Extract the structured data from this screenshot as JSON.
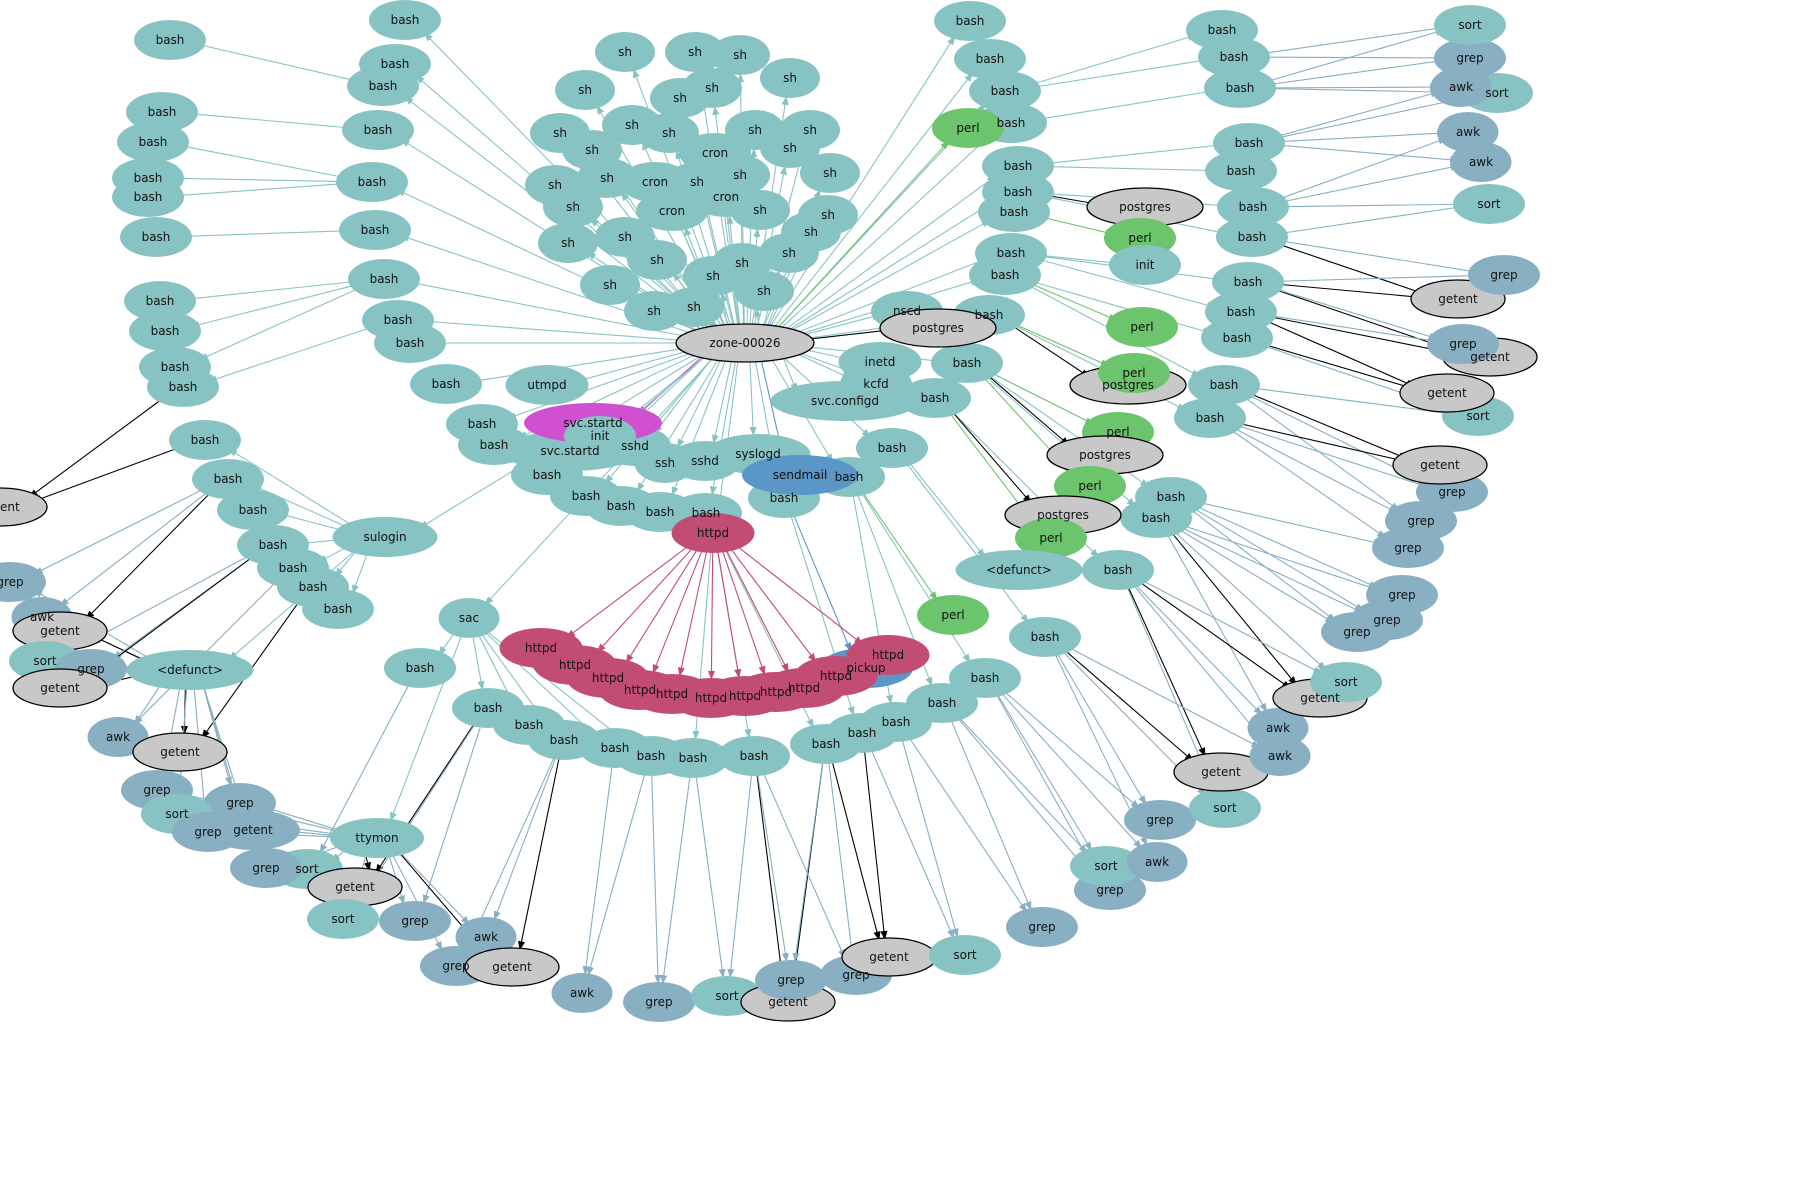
{
  "colors": {
    "process": "#88c3c3",
    "zone": "#c8c8c8",
    "perl": "#6cc46c",
    "tool": "#88afc2",
    "getent": "#c8c8c8",
    "httpd": "#c24d74",
    "svc": "#d050d0",
    "mail": "#5a96c8",
    "edge_default": "#88c3c3",
    "edge_tool": "#88afc2",
    "edge_black": "#000000",
    "edge_green": "#6cc46c",
    "edge_httpd": "#c24d74",
    "edge_svc": "#d050d0",
    "edge_mail": "#5a96c8"
  },
  "nodes": [
    {
      "l": "zone-00026",
      "k": "zone",
      "r": 0
    },
    {
      "l": "sh",
      "k": "process",
      "r": 1
    },
    {
      "l": "sh",
      "k": "process",
      "r": 1
    },
    {
      "l": "sh",
      "k": "process",
      "r": 1
    },
    {
      "l": "sh",
      "k": "process",
      "r": 1
    },
    {
      "l": "sh",
      "k": "process",
      "r": 1
    },
    {
      "l": "sh",
      "k": "process",
      "r": 1
    },
    {
      "l": "sh",
      "k": "process",
      "r": 1
    },
    {
      "l": "sh",
      "k": "process",
      "r": 1
    },
    {
      "l": "sh",
      "k": "process",
      "r": 1
    },
    {
      "l": "sh",
      "k": "process",
      "r": 1
    },
    {
      "l": "sh",
      "k": "process",
      "r": 1
    },
    {
      "l": "sh",
      "k": "process",
      "r": 1
    },
    {
      "l": "sh",
      "k": "process",
      "r": 1
    },
    {
      "l": "sh",
      "k": "process",
      "r": 1
    },
    {
      "l": "cron",
      "k": "process",
      "r": 1
    },
    {
      "l": "sh",
      "k": "process",
      "r": 1
    },
    {
      "l": "sh",
      "k": "process",
      "r": 1
    },
    {
      "l": "cron",
      "k": "process",
      "r": 1
    },
    {
      "l": "sh",
      "k": "process",
      "r": 1
    },
    {
      "l": "sh",
      "k": "process",
      "r": 1
    },
    {
      "l": "sh",
      "k": "process",
      "r": 1
    },
    {
      "l": "sh",
      "k": "process",
      "r": 1
    },
    {
      "l": "cron",
      "k": "process",
      "r": 1
    },
    {
      "l": "cron",
      "k": "process",
      "r": 1
    },
    {
      "l": "sh",
      "k": "process",
      "r": 1
    },
    {
      "l": "sh",
      "k": "process",
      "r": 1
    },
    {
      "l": "sh",
      "k": "process",
      "r": 1
    },
    {
      "l": "sh",
      "k": "process",
      "r": 1
    },
    {
      "l": "sh",
      "k": "process",
      "r": 1
    },
    {
      "l": "sh",
      "k": "process",
      "r": 1
    },
    {
      "l": "sh",
      "k": "process",
      "r": 1
    },
    {
      "l": "sh",
      "k": "process",
      "r": 1
    },
    {
      "l": "sh",
      "k": "process",
      "r": 1
    },
    {
      "l": "sh",
      "k": "process",
      "r": 1
    },
    {
      "l": "sh",
      "k": "process",
      "r": 1
    },
    {
      "l": "sh",
      "k": "process",
      "r": 1
    },
    {
      "l": "sh",
      "k": "process",
      "r": 1
    },
    {
      "l": "bash",
      "k": "process",
      "r": 2
    },
    {
      "l": "bash",
      "k": "process",
      "r": 2
    },
    {
      "l": "bash",
      "k": "process",
      "r": 2
    },
    {
      "l": "bash",
      "k": "process",
      "r": 2
    },
    {
      "l": "bash",
      "k": "process",
      "r": 2
    },
    {
      "l": "bash",
      "k": "process",
      "r": 2
    },
    {
      "l": "bash",
      "k": "process",
      "r": 2
    },
    {
      "l": "bash",
      "k": "process",
      "r": 2
    },
    {
      "l": "bash",
      "k": "process",
      "r": 2
    },
    {
      "l": "bash",
      "k": "process",
      "r": 2
    },
    {
      "l": "bash",
      "k": "process",
      "r": 2
    },
    {
      "l": "bash",
      "k": "process",
      "r": 2
    },
    {
      "l": "utmpd",
      "k": "process",
      "r": 2
    },
    {
      "l": "svc.startd",
      "k": "process",
      "r": 2
    },
    {
      "l": "bash",
      "k": "process",
      "r": 2
    },
    {
      "l": "sshd",
      "k": "process",
      "r": 2
    },
    {
      "l": "ssh",
      "k": "process",
      "r": 2
    },
    {
      "l": "sshd",
      "k": "process",
      "r": 2
    },
    {
      "l": "syslogd",
      "k": "process",
      "r": 2
    },
    {
      "l": "bash",
      "k": "process",
      "r": 2
    },
    {
      "l": "bash",
      "k": "process",
      "r": 2
    },
    {
      "l": "bash",
      "k": "process",
      "r": 2
    },
    {
      "l": "bash",
      "k": "process",
      "r": 2
    },
    {
      "l": "httpd",
      "k": "httpd",
      "r": 2
    },
    {
      "l": "bash",
      "k": "process",
      "r": 2
    },
    {
      "l": "bash",
      "k": "process",
      "r": 2
    },
    {
      "l": "bash",
      "k": "process",
      "r": 2
    },
    {
      "l": "bash",
      "k": "process",
      "r": 2
    },
    {
      "l": "bash",
      "k": "process",
      "r": 2
    },
    {
      "l": "bash",
      "k": "process",
      "r": 2
    },
    {
      "l": "kcfd",
      "k": "process",
      "r": 2
    },
    {
      "l": "inetd",
      "k": "process",
      "r": 2
    },
    {
      "l": "nscd",
      "k": "process",
      "r": 2
    },
    {
      "l": "postgres",
      "k": "zone",
      "r": 2
    },
    {
      "l": "bash",
      "k": "process",
      "r": 2
    },
    {
      "l": "bash",
      "k": "process",
      "r": 2
    },
    {
      "l": "bash",
      "k": "process",
      "r": 2
    },
    {
      "l": "bash",
      "k": "process",
      "r": 2
    },
    {
      "l": "bash",
      "k": "process",
      "r": 2
    },
    {
      "l": "bash",
      "k": "process",
      "r": 2
    },
    {
      "l": "bash",
      "k": "process",
      "r": 2
    },
    {
      "l": "bash",
      "k": "process",
      "r": 2
    },
    {
      "l": "bash",
      "k": "process",
      "r": 2
    },
    {
      "l": "perl",
      "k": "perl",
      "r": 2
    },
    {
      "l": "svc.configd",
      "k": "process",
      "r": 2
    },
    {
      "l": "sac",
      "k": "process",
      "r": 2
    },
    {
      "l": "sulogin",
      "k": "process",
      "r": 2
    },
    {
      "l": "svc.startd",
      "k": "svc",
      "r": 2
    },
    {
      "l": "init",
      "k": "process",
      "r": 2
    },
    {
      "l": "sendmail",
      "k": "mail",
      "r": 2
    },
    {
      "l": "bash",
      "k": "process",
      "r": 3
    },
    {
      "l": "bash",
      "k": "process",
      "r": 3
    },
    {
      "l": "bash",
      "k": "process",
      "r": 3
    },
    {
      "l": "bash",
      "k": "process",
      "r": 3
    },
    {
      "l": "bash",
      "k": "process",
      "r": 3
    },
    {
      "l": "bash",
      "k": "process",
      "r": 3
    },
    {
      "l": "bash",
      "k": "process",
      "r": 3
    },
    {
      "l": "bash",
      "k": "process",
      "r": 3
    },
    {
      "l": "bash",
      "k": "process",
      "r": 3
    },
    {
      "l": "bash",
      "k": "process",
      "r": 3
    },
    {
      "l": "bash",
      "k": "process",
      "r": 3
    },
    {
      "l": "bash",
      "k": "process",
      "r": 3
    },
    {
      "l": "bash",
      "k": "process",
      "r": 3
    },
    {
      "l": "bash",
      "k": "process",
      "r": 3
    },
    {
      "l": "bash",
      "k": "process",
      "r": 3
    },
    {
      "l": "bash",
      "k": "process",
      "r": 3
    },
    {
      "l": "bash",
      "k": "process",
      "r": 3
    },
    {
      "l": "bash",
      "k": "process",
      "r": 3
    },
    {
      "l": "bash",
      "k": "process",
      "r": 3
    },
    {
      "l": "bash",
      "k": "process",
      "r": 3
    },
    {
      "l": "bash",
      "k": "process",
      "r": 3
    },
    {
      "l": "bash",
      "k": "process",
      "r": 3
    },
    {
      "l": "bash",
      "k": "process",
      "r": 3
    },
    {
      "l": "bash",
      "k": "process",
      "r": 3
    },
    {
      "l": "bash",
      "k": "process",
      "r": 3
    },
    {
      "l": "bash",
      "k": "process",
      "r": 3
    },
    {
      "l": "bash",
      "k": "process",
      "r": 3
    },
    {
      "l": "bash",
      "k": "process",
      "r": 3
    },
    {
      "l": "bash",
      "k": "process",
      "r": 3
    },
    {
      "l": "bash",
      "k": "process",
      "r": 3
    },
    {
      "l": "bash",
      "k": "process",
      "r": 3
    },
    {
      "l": "bash",
      "k": "process",
      "r": 3
    },
    {
      "l": "bash",
      "k": "process",
      "r": 3
    },
    {
      "l": "bash",
      "k": "process",
      "r": 3
    },
    {
      "l": "bash",
      "k": "process",
      "r": 3
    },
    {
      "l": "bash",
      "k": "process",
      "r": 3
    },
    {
      "l": "bash",
      "k": "process",
      "r": 3
    },
    {
      "l": "bash",
      "k": "process",
      "r": 3
    },
    {
      "l": "bash",
      "k": "process",
      "r": 3
    },
    {
      "l": "bash",
      "k": "process",
      "r": 3
    },
    {
      "l": "bash",
      "k": "process",
      "r": 3
    },
    {
      "l": "bash",
      "k": "process",
      "r": 3
    },
    {
      "l": "bash",
      "k": "process",
      "r": 3
    },
    {
      "l": "bash",
      "k": "process",
      "r": 3
    },
    {
      "l": "bash",
      "k": "process",
      "r": 3
    },
    {
      "l": "bash",
      "k": "process",
      "r": 3
    },
    {
      "l": "postgres",
      "k": "zone",
      "r": 3
    },
    {
      "l": "perl",
      "k": "perl",
      "r": 3
    },
    {
      "l": "init",
      "k": "process",
      "r": 3
    },
    {
      "l": "perl",
      "k": "perl",
      "r": 3
    },
    {
      "l": "postgres",
      "k": "zone",
      "r": 3
    },
    {
      "l": "perl",
      "k": "perl",
      "r": 3
    },
    {
      "l": "perl",
      "k": "perl",
      "r": 3
    },
    {
      "l": "postgres",
      "k": "zone",
      "r": 3
    },
    {
      "l": "perl",
      "k": "perl",
      "r": 3
    },
    {
      "l": "postgres",
      "k": "zone",
      "r": 3
    },
    {
      "l": "perl",
      "k": "perl",
      "r": 3
    },
    {
      "l": "<defunct>",
      "k": "process",
      "r": 3
    },
    {
      "l": "pickup",
      "k": "mail",
      "r": 3
    },
    {
      "l": "perl",
      "k": "perl",
      "r": 3
    },
    {
      "l": "httpd",
      "k": "httpd",
      "r": 3
    },
    {
      "l": "httpd",
      "k": "httpd",
      "r": 3
    },
    {
      "l": "httpd",
      "k": "httpd",
      "r": 3
    },
    {
      "l": "httpd",
      "k": "httpd",
      "r": 3
    },
    {
      "l": "httpd",
      "k": "httpd",
      "r": 3
    },
    {
      "l": "httpd",
      "k": "httpd",
      "r": 3
    },
    {
      "l": "httpd",
      "k": "httpd",
      "r": 3
    },
    {
      "l": "httpd",
      "k": "httpd",
      "r": 3
    },
    {
      "l": "httpd",
      "k": "httpd",
      "r": 3
    },
    {
      "l": "httpd",
      "k": "httpd",
      "r": 3
    },
    {
      "l": "httpd",
      "k": "httpd",
      "r": 3
    },
    {
      "l": "ttymon",
      "k": "process",
      "r": 3
    },
    {
      "l": "<defunct>",
      "k": "process",
      "r": 3
    },
    {
      "l": "getent",
      "k": "getent",
      "r": 4
    },
    {
      "l": "grep",
      "k": "tool",
      "r": 4
    },
    {
      "l": "awk",
      "k": "tool",
      "r": 4
    },
    {
      "l": "getent",
      "k": "getent",
      "r": 4
    },
    {
      "l": "sort",
      "k": "process",
      "r": 4
    },
    {
      "l": "grep",
      "k": "tool",
      "r": 4
    },
    {
      "l": "getent",
      "k": "getent",
      "r": 4
    },
    {
      "l": "awk",
      "k": "tool",
      "r": 4
    },
    {
      "l": "getent",
      "k": "getent",
      "r": 4
    },
    {
      "l": "grep",
      "k": "tool",
      "r": 4
    },
    {
      "l": "grep",
      "k": "tool",
      "r": 4
    },
    {
      "l": "sort",
      "k": "process",
      "r": 4
    },
    {
      "l": "grep",
      "k": "tool",
      "r": 4
    },
    {
      "l": "getent",
      "k": "tool",
      "r": 4
    },
    {
      "l": "sort",
      "k": "process",
      "r": 4
    },
    {
      "l": "grep",
      "k": "tool",
      "r": 4
    },
    {
      "l": "getent",
      "k": "getent",
      "r": 4
    },
    {
      "l": "sort",
      "k": "process",
      "r": 4
    },
    {
      "l": "grep",
      "k": "tool",
      "r": 4
    },
    {
      "l": "awk",
      "k": "tool",
      "r": 4
    },
    {
      "l": "grep",
      "k": "tool",
      "r": 4
    },
    {
      "l": "getent",
      "k": "getent",
      "r": 4
    },
    {
      "l": "awk",
      "k": "tool",
      "r": 4
    },
    {
      "l": "grep",
      "k": "tool",
      "r": 4
    },
    {
      "l": "sort",
      "k": "process",
      "r": 4
    },
    {
      "l": "getent",
      "k": "getent",
      "r": 4
    },
    {
      "l": "grep",
      "k": "tool",
      "r": 4
    },
    {
      "l": "grep",
      "k": "tool",
      "r": 4
    },
    {
      "l": "getent",
      "k": "getent",
      "r": 4
    },
    {
      "l": "sort",
      "k": "process",
      "r": 4
    },
    {
      "l": "grep",
      "k": "tool",
      "r": 4
    },
    {
      "l": "grep",
      "k": "tool",
      "r": 4
    },
    {
      "l": "sort",
      "k": "process",
      "r": 4
    },
    {
      "l": "awk",
      "k": "tool",
      "r": 4
    },
    {
      "l": "grep",
      "k": "tool",
      "r": 4
    },
    {
      "l": "sort",
      "k": "process",
      "r": 4
    },
    {
      "l": "getent",
      "k": "getent",
      "r": 4
    },
    {
      "l": "awk",
      "k": "tool",
      "r": 4
    },
    {
      "l": "awk",
      "k": "tool",
      "r": 4
    },
    {
      "l": "getent",
      "k": "getent",
      "r": 4
    },
    {
      "l": "sort",
      "k": "process",
      "r": 4
    },
    {
      "l": "grep",
      "k": "tool",
      "r": 4
    },
    {
      "l": "grep",
      "k": "tool",
      "r": 4
    },
    {
      "l": "grep",
      "k": "tool",
      "r": 4
    },
    {
      "l": "grep",
      "k": "tool",
      "r": 4
    },
    {
      "l": "grep",
      "k": "tool",
      "r": 4
    },
    {
      "l": "grep",
      "k": "tool",
      "r": 4
    },
    {
      "l": "getent",
      "k": "getent",
      "r": 4
    },
    {
      "l": "sort",
      "k": "process",
      "r": 4
    },
    {
      "l": "getent",
      "k": "getent",
      "r": 4
    },
    {
      "l": "getent",
      "k": "getent",
      "r": 4
    },
    {
      "l": "grep",
      "k": "tool",
      "r": 4
    },
    {
      "l": "getent",
      "k": "getent",
      "r": 4
    },
    {
      "l": "grep",
      "k": "tool",
      "r": 4
    },
    {
      "l": "sort",
      "k": "process",
      "r": 4
    },
    {
      "l": "awk",
      "k": "tool",
      "r": 4
    },
    {
      "l": "awk",
      "k": "tool",
      "r": 4
    },
    {
      "l": "sort",
      "k": "process",
      "r": 4
    },
    {
      "l": "awk",
      "k": "tool",
      "r": 4
    },
    {
      "l": "grep",
      "k": "tool",
      "r": 4
    },
    {
      "l": "sort",
      "k": "process",
      "r": 4
    }
  ]
}
